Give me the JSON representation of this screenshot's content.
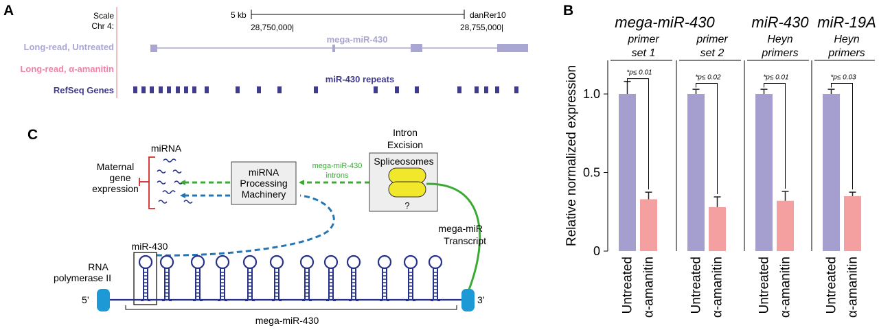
{
  "panels": {
    "a": "A",
    "b": "B",
    "c": "C"
  },
  "panel_a": {
    "scale_label": "Scale",
    "chr_label": "Chr 4:",
    "scale_bar_label": "5 kb",
    "assembly": "danRer10",
    "coord_left": "28,750,000|",
    "coord_right": "28,755,000|",
    "track_untreated": "Long-read, Untreated",
    "track_amanitin": "Long-read, α-amanitin",
    "track_refseq": "RefSeq Genes",
    "gene_label": "mega-miR-430",
    "repeats_label": "miR-430 repeats",
    "colors": {
      "untreated": "#a9a6d2",
      "amanitin": "#ee82a9",
      "refseq": "#3f3b8e",
      "divider": "#f2a9a9"
    }
  },
  "panel_c": {
    "mirna_label": "miRNA",
    "maternal_line1": "Maternal",
    "maternal_line2": "gene",
    "maternal_line3": "expression",
    "processing_line1": "miRNA",
    "processing_line2": "Processing",
    "processing_line3": "Machinery",
    "introns_line1": "mega-miR-430",
    "introns_line2": "introns",
    "excision_line1": "Intron",
    "excision_line2": "Excision",
    "spliceosomes": "Spliceosomes",
    "question": "?",
    "transcript_line1": "mega-miR",
    "transcript_line2": "Transcript",
    "mir430_label": "miR-430",
    "rnapol_line1": "RNA",
    "rnapol_line2": "polymerase II",
    "five_prime": "5’",
    "three_prime": "3’",
    "mega_label": "mega-miR-430",
    "colors": {
      "green": "#3aaa35",
      "blue": "#2375b4",
      "red": "#d12a2a",
      "hairpin": "#26318c",
      "yellow": "#f2e82b",
      "pol": "#1d9ad6"
    }
  },
  "chart_data": {
    "type": "bar",
    "ylabel": "Relative normalized expression",
    "ylim": [
      0,
      1.2
    ],
    "yticks": [
      "0",
      "0.5",
      "1.0"
    ],
    "categories": [
      "Untreated",
      "α-amanitin"
    ],
    "colors": {
      "Untreated": "#a59fcf",
      "α-amanitin": "#f4a0a0"
    },
    "groups": [
      {
        "title": "mega-miR-430",
        "subtitle_line1": "primer",
        "subtitle_line2": "set 1",
        "pvalue": "*p≤ 0.01",
        "values": [
          1.0,
          0.33
        ],
        "errors": [
          0.08,
          0.045
        ]
      },
      {
        "title": "",
        "subtitle_line1": "primer",
        "subtitle_line2": "set 2",
        "pvalue": "*p≤ 0.02",
        "values": [
          1.0,
          0.28
        ],
        "errors": [
          0.03,
          0.065
        ]
      },
      {
        "title": "miR-430",
        "subtitle_line1": "Heyn",
        "subtitle_line2": "primers",
        "pvalue": "*p≤ 0.01",
        "values": [
          1.0,
          0.32
        ],
        "errors": [
          0.03,
          0.06
        ]
      },
      {
        "title": "miR-19A",
        "subtitle_line1": "Heyn",
        "subtitle_line2": "primers",
        "pvalue": "*p≤ 0.03",
        "values": [
          1.0,
          0.35
        ],
        "errors": [
          0.03,
          0.025
        ]
      }
    ]
  }
}
